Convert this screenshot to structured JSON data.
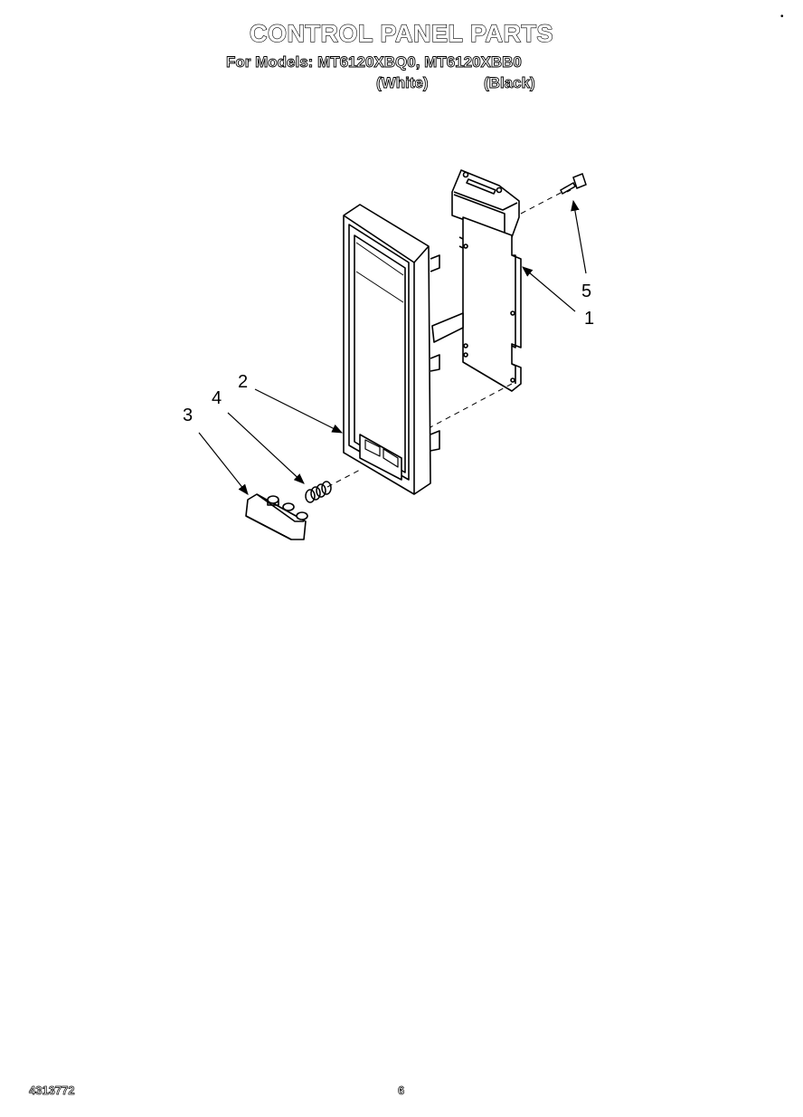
{
  "header": {
    "title": "CONTROL PANEL PARTS",
    "models_line": "For Models: MT6120XBQ0, MT6120XBB0",
    "variant_white": "(White)",
    "variant_black": "(Black)",
    "corner_mark": "•"
  },
  "callouts": [
    {
      "id": "1",
      "label": "1"
    },
    {
      "id": "2",
      "label": "2"
    },
    {
      "id": "3",
      "label": "3"
    },
    {
      "id": "4",
      "label": "4"
    },
    {
      "id": "5",
      "label": "5"
    }
  ],
  "footer": {
    "doc_number": "4313772",
    "page_number": "6"
  }
}
